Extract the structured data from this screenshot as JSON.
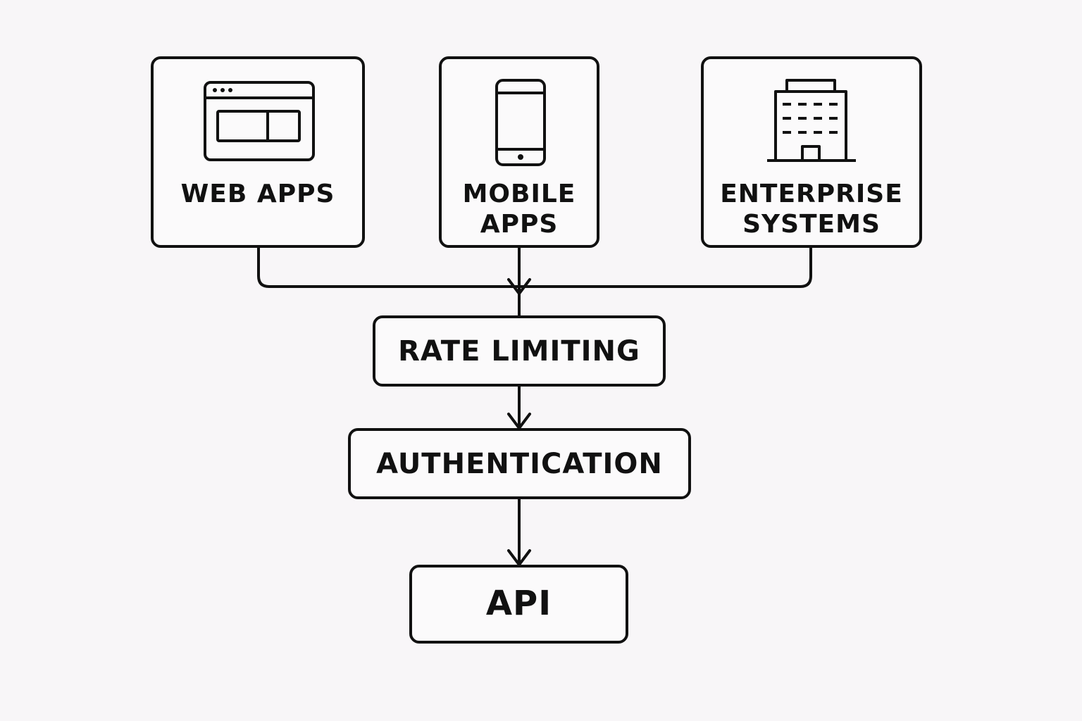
{
  "diagram": {
    "sources": [
      {
        "id": "web",
        "icon": "browser-window-icon",
        "lines": [
          "WEB APPS"
        ]
      },
      {
        "id": "mobile",
        "icon": "smartphone-icon",
        "lines": [
          "MOBILE",
          "APPS"
        ]
      },
      {
        "id": "enterprise",
        "icon": "office-building-icon",
        "lines": [
          "ENTERPRISE",
          "SYSTEMS"
        ]
      }
    ],
    "pipeline": [
      {
        "id": "rate-limiting",
        "label": "RATE LIMITING"
      },
      {
        "id": "authentication",
        "label": "AUTHENTICATION"
      }
    ],
    "target": {
      "id": "api",
      "label": "API"
    },
    "edges": [
      {
        "from": "web",
        "to": "rate-limiting"
      },
      {
        "from": "mobile",
        "to": "rate-limiting"
      },
      {
        "from": "enterprise",
        "to": "rate-limiting"
      },
      {
        "from": "rate-limiting",
        "to": "authentication"
      },
      {
        "from": "authentication",
        "to": "api"
      }
    ],
    "colors": {
      "stroke": "#111111",
      "background": "#f8f6f8"
    }
  }
}
